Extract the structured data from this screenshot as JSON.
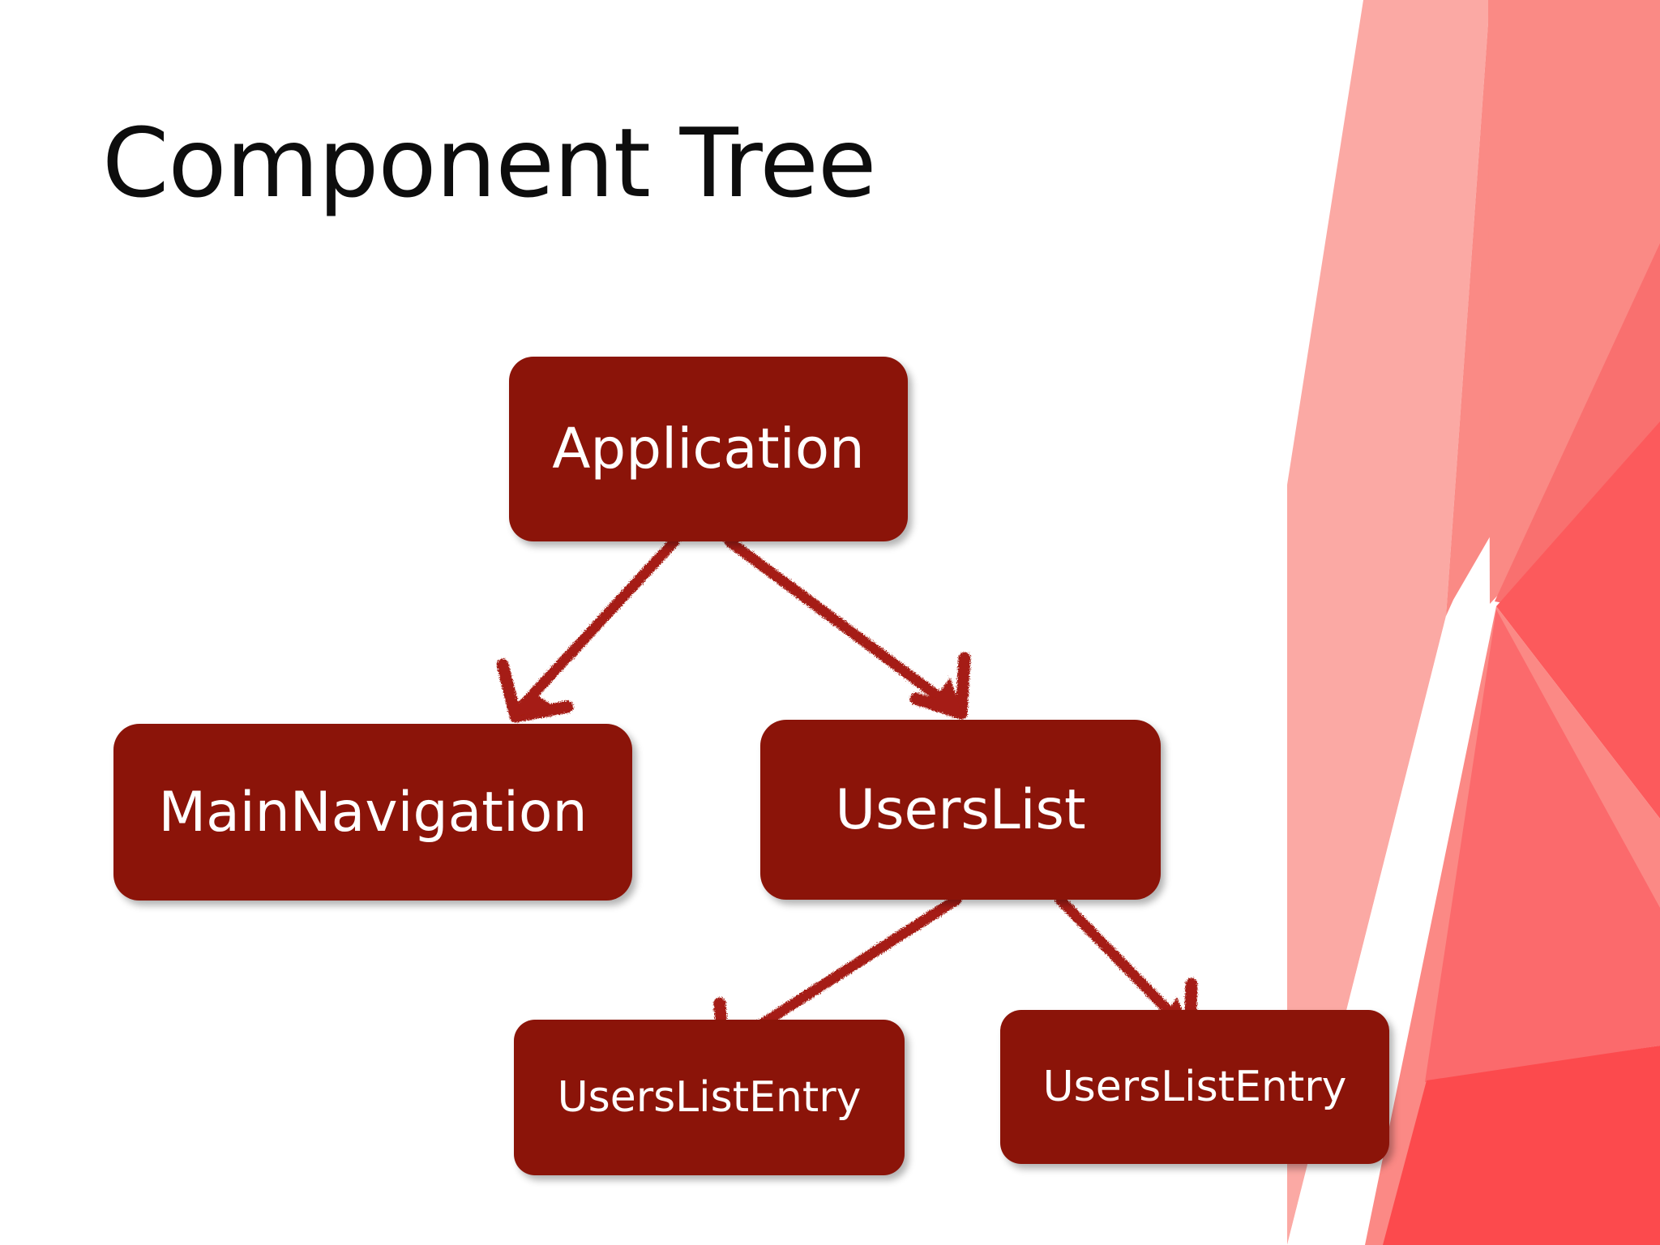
{
  "slide": {
    "title": "Component Tree",
    "background_color": "#ffffff",
    "title_color": "#0d0d0d",
    "node_fill_color": "#8b1409",
    "node_text_color": "#ffffff",
    "arrow_color": "#a51e12",
    "decoration_colors": {
      "pale_salmon": "#fba9a4",
      "salmon": "#fa8a85",
      "coral": "#fb7570",
      "bright_coral": "#fc4a4d",
      "deep_coral": "#f9565a"
    }
  },
  "tree": {
    "nodes": [
      {
        "id": "application",
        "label": "Application",
        "level": 0
      },
      {
        "id": "mainnavigation",
        "label": "MainNavigation",
        "level": 1
      },
      {
        "id": "userslist",
        "label": "UsersList",
        "level": 1
      },
      {
        "id": "entry-1",
        "label": "UsersListEntry",
        "level": 2
      },
      {
        "id": "entry-2",
        "label": "UsersListEntry",
        "level": 2
      }
    ],
    "edges": [
      {
        "from": "application",
        "to": "mainnavigation",
        "style": "sketch-arrow"
      },
      {
        "from": "application",
        "to": "userslist",
        "style": "sketch-arrow"
      },
      {
        "from": "userslist",
        "to": "entry-1",
        "style": "sketch-arrow"
      },
      {
        "from": "userslist",
        "to": "entry-2",
        "style": "sketch-arrow"
      }
    ]
  }
}
